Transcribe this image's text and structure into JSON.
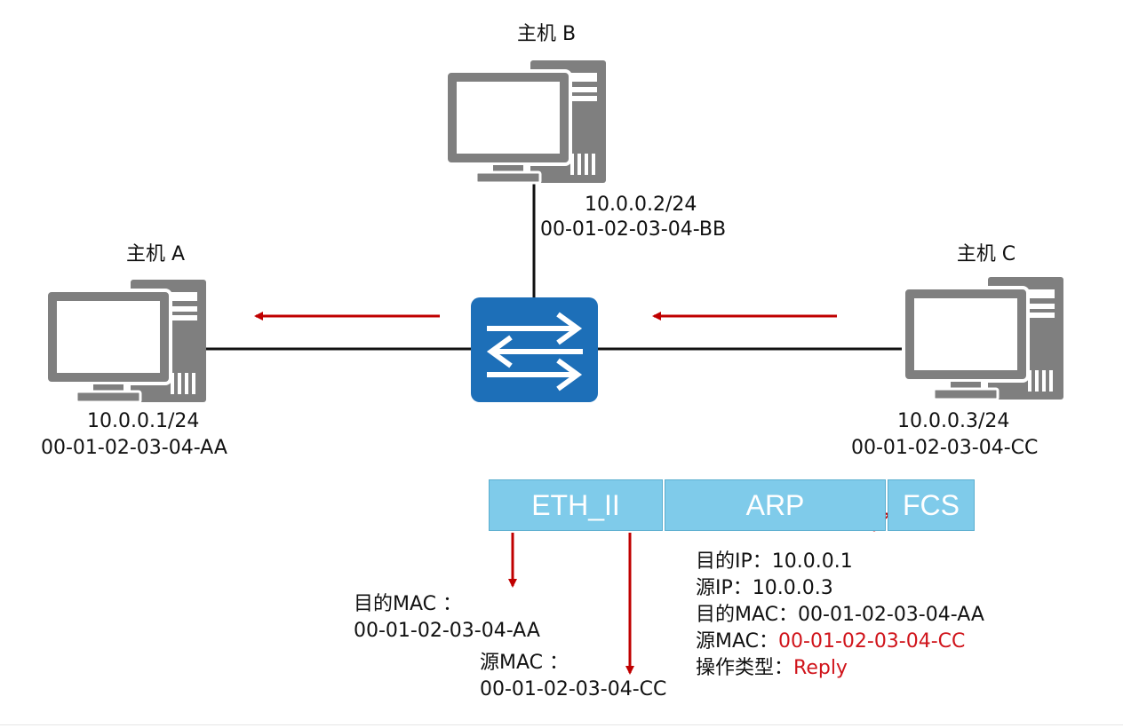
{
  "hosts": {
    "a": {
      "name": "主机 A",
      "ip": "10.0.0.1/24",
      "mac": "00-01-02-03-04-AA"
    },
    "b": {
      "name": "主机 B",
      "ip": "10.0.0.2/24",
      "mac": "00-01-02-03-04-BB"
    },
    "c": {
      "name": "主机 C",
      "ip": "10.0.0.3/24",
      "mac": "00-01-02-03-04-CC"
    }
  },
  "frame": {
    "fields": [
      "ETH_II",
      "ARP",
      "FCS"
    ],
    "eth": {
      "dst_label": "目的MAC ：",
      "dst_value": "00-01-02-03-04-AA",
      "src_label": "源MAC ：",
      "src_value": "00-01-02-03-04-CC"
    },
    "arp": {
      "dst_ip_label": "目的IP：",
      "dst_ip_value": "10.0.0.1",
      "src_ip_label": "源IP：",
      "src_ip_value": "10.0.0.3",
      "dst_mac_label": "目的MAC：",
      "dst_mac_value": "00-01-02-03-04-AA",
      "src_mac_label": "源MAC：",
      "src_mac_value": "00-01-02-03-04-CC",
      "op_label": "操作类型：",
      "op_value": "Reply"
    }
  },
  "colors": {
    "computer_gray": "#7f7f7f",
    "switch_blue": "#1d6fb8",
    "arrow_red": "#c00000",
    "field_blue": "#7fcbea",
    "highlight_red": "#d0141b"
  },
  "icons": [
    "computer-icon",
    "switch-icon"
  ]
}
